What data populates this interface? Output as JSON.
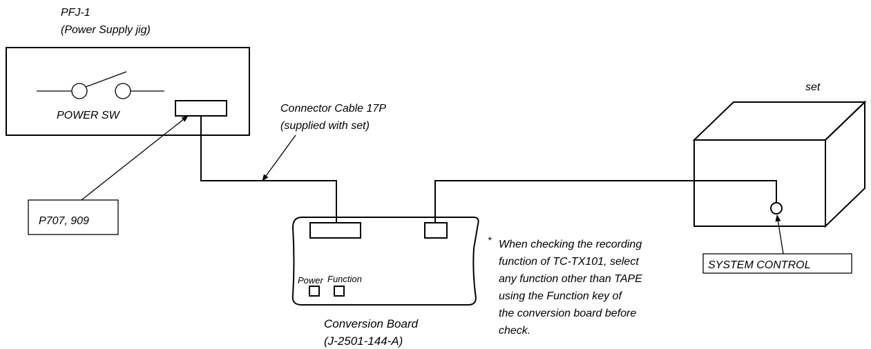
{
  "jig": {
    "name": "PFJ-1",
    "description": "(Power Supply jig)",
    "switch_label": "POWER SW"
  },
  "connector_label": "P707, 909",
  "cable": {
    "line1": "Connector Cable 17P",
    "line2": "(supplied with set)"
  },
  "board": {
    "name": "Conversion Board",
    "part": "(J-2501-144-A)",
    "power_label": "Power",
    "function_label": "Function"
  },
  "set": {
    "label": "set",
    "system_control_label": "SYSTEM CONTROL"
  },
  "note": {
    "marker": "*",
    "lines": [
      "When checking the recording",
      "function of TC-TX101, select",
      "any function other than TAPE",
      "using the Function key of",
      "the conversion board before",
      "check."
    ]
  }
}
